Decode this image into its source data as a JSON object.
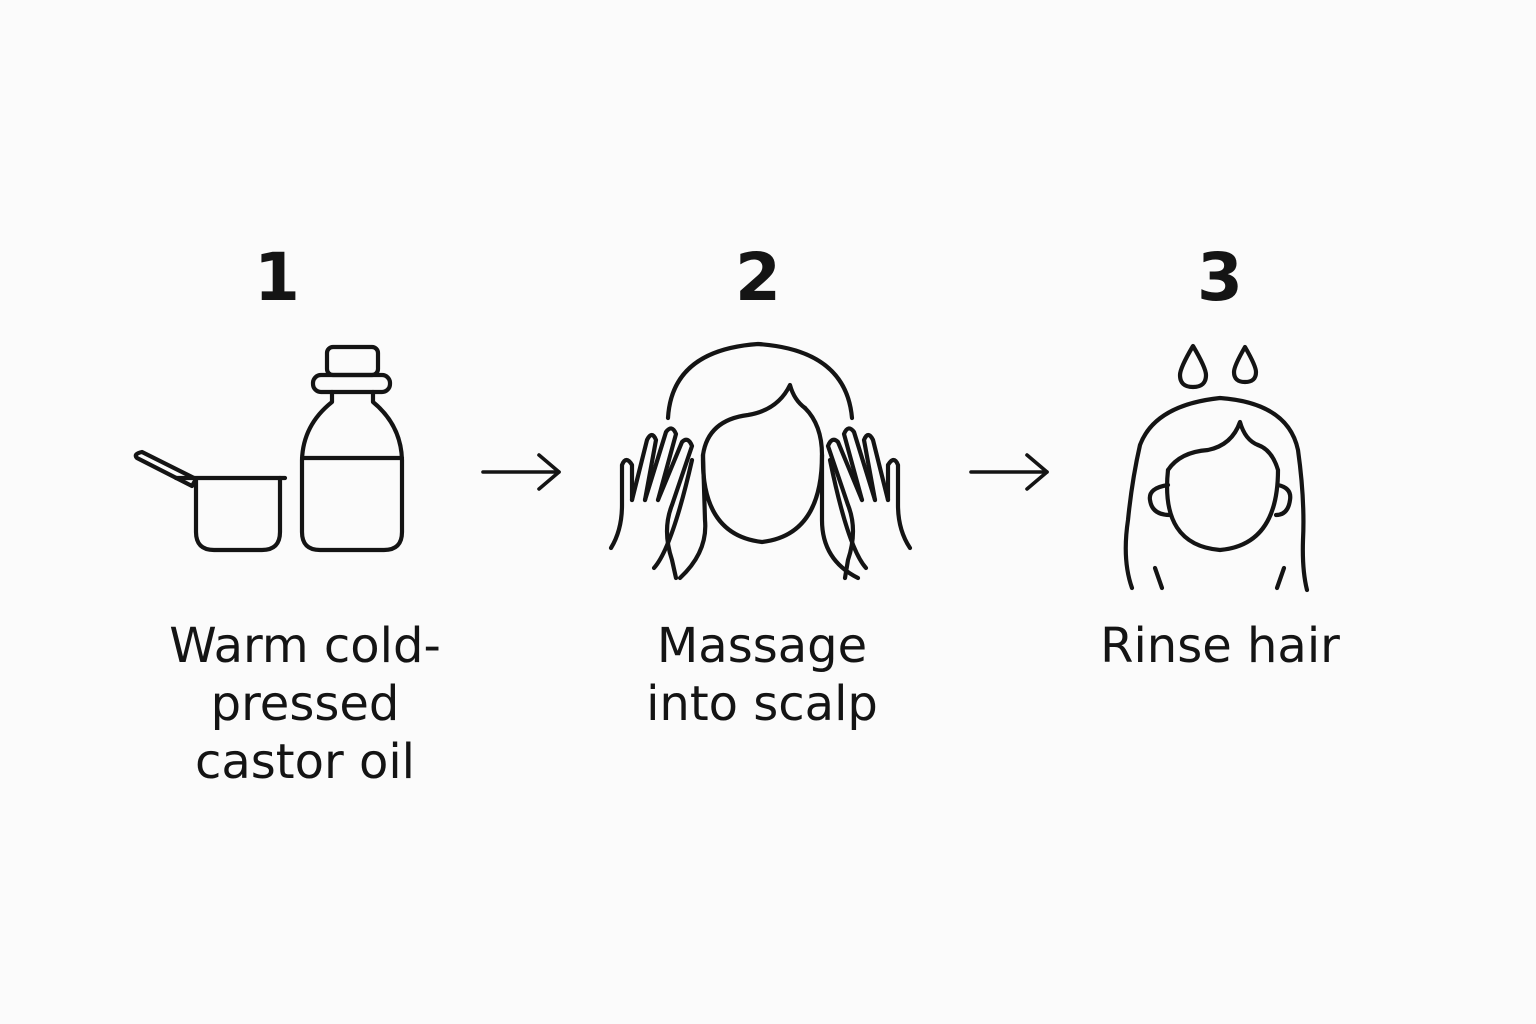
{
  "steps": [
    {
      "number": "1",
      "label": "Warm cold-pressed castor oil",
      "icons": [
        "saucepan-icon",
        "oil-bottle-icon"
      ]
    },
    {
      "number": "2",
      "label": "Massage into scalp",
      "icons": [
        "scalp-massage-icon"
      ]
    },
    {
      "number": "3",
      "label": "Rinse hair",
      "icons": [
        "rinse-hair-icon"
      ]
    }
  ],
  "arrows": [
    "arrow-right-icon",
    "arrow-right-icon"
  ],
  "colors": {
    "background": "#fbfbfb",
    "ink": "#141414"
  }
}
